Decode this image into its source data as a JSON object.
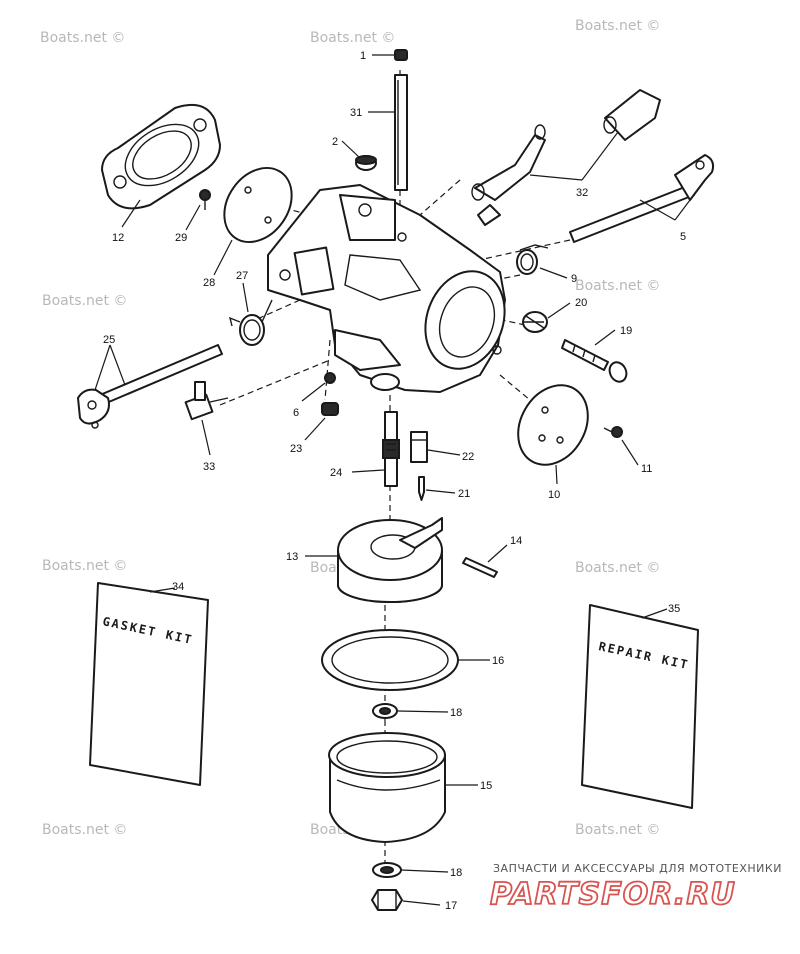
{
  "watermark": "Boats.net ©",
  "kits": {
    "gasket": "GASKET KIT",
    "repair": "REPAIR KIT"
  },
  "brand": {
    "tagline": "ЗАПЧАСТИ И АКСЕССУАРЫ ДЛЯ МОТОТЕХНИКИ",
    "name": "PARTSFOR.RU",
    "color": "#d9534f"
  },
  "callouts": {
    "c1": "1",
    "c2": "2",
    "c5": "5",
    "c6": "6",
    "c9": "9",
    "c10": "10",
    "c11": "11",
    "c12": "12",
    "c13": "13",
    "c14": "14",
    "c15": "15",
    "c16": "16",
    "c17": "17",
    "c18a": "18",
    "c18b": "18",
    "c19": "19",
    "c20": "20",
    "c21": "21",
    "c22": "22",
    "c23": "23",
    "c24": "24",
    "c25": "25",
    "c27": "27",
    "c28": "28",
    "c29": "29",
    "c31": "31",
    "c32": "32",
    "c33": "33",
    "c34": "34",
    "c35": "35"
  }
}
